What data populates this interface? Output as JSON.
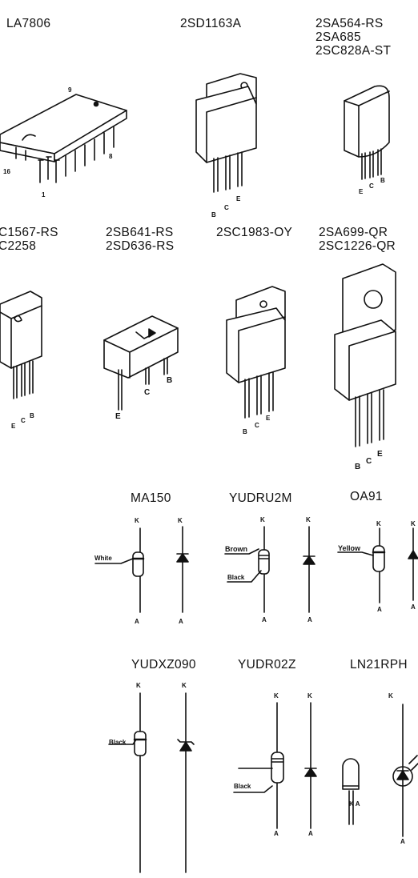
{
  "row1": {
    "la7806": "LA7806",
    "sd1163": "2SD1163A",
    "sa564": [
      "2SA564-RS",
      "2SA685",
      "2SC828A-ST"
    ]
  },
  "row2": {
    "c1567": [
      "C1567-RS",
      "C2258"
    ],
    "sb641": [
      "2SB641-RS",
      "2SD636-RS"
    ],
    "c1983": "2SC1983-OY",
    "sa699": [
      "2SA699-QR",
      "2SC1226-QR"
    ]
  },
  "row3": {
    "ma150": "MA150",
    "yudru2m": "YUDRU2M",
    "oa91": "OA91"
  },
  "row4": {
    "yudxz090": "YUDXZ090",
    "yudr02z": "YUDR02Z",
    "ln21rph": "LN21RPH"
  },
  "pins": {
    "ic_pin9": "9",
    "ic_pin8": "8",
    "ic_pin16": "16",
    "ic_pin1": "1",
    "B": "B",
    "C": "C",
    "E": "E",
    "K": "K",
    "A": "A",
    "KA": "K A"
  },
  "diode_labels": {
    "white": "White",
    "brown": "Brown",
    "black": "Black",
    "yellow": "Yellow"
  }
}
